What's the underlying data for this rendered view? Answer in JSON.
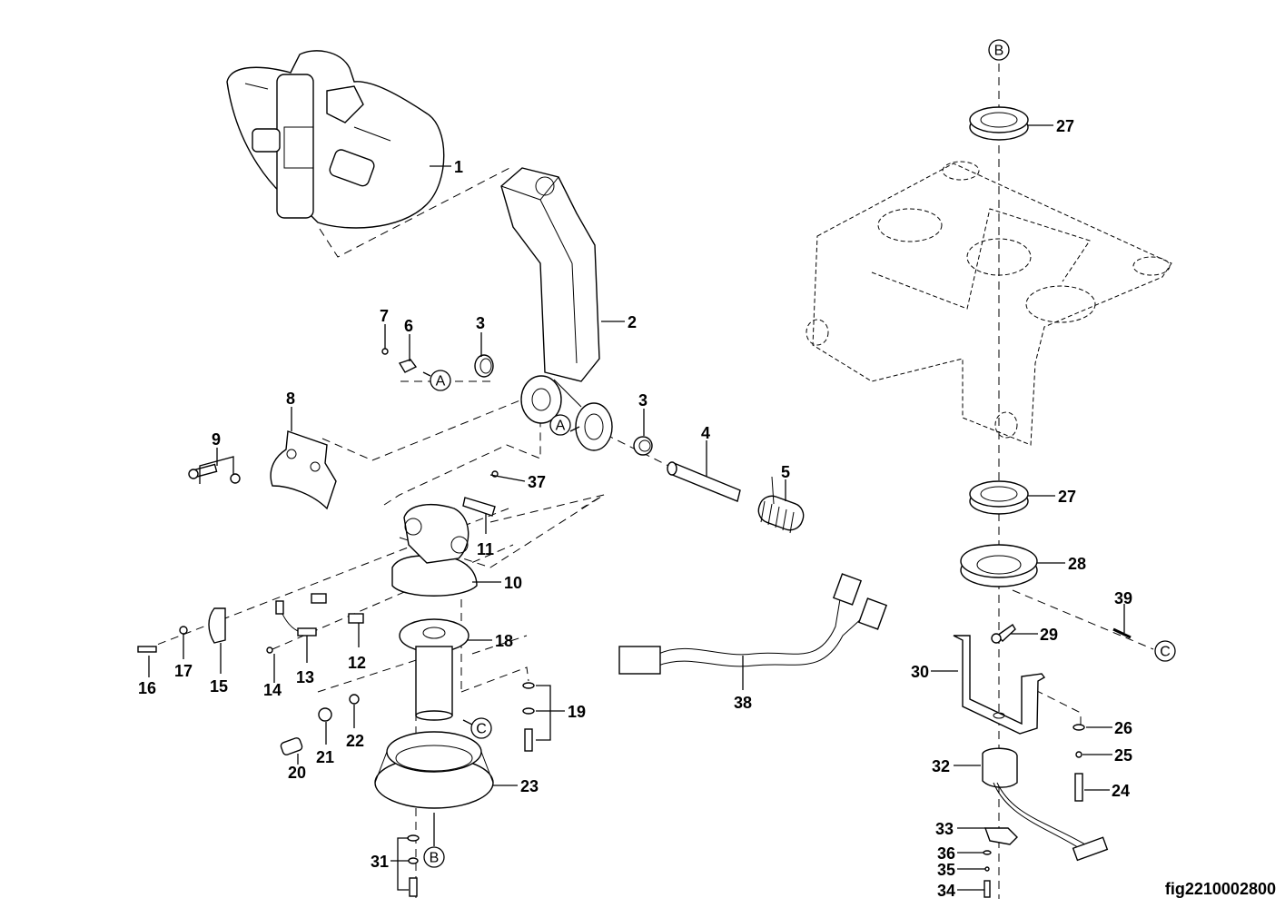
{
  "figure": {
    "id": "fig2210002800",
    "title": "Exploded parts diagram - steering handle / tiller assembly"
  },
  "callouts": [
    {
      "id": "1",
      "label": "1",
      "part": "tiller-head-handle"
    },
    {
      "id": "2",
      "label": "2",
      "part": "tiller-arm"
    },
    {
      "id": "3a",
      "label": "3",
      "part": "bushing-left"
    },
    {
      "id": "3b",
      "label": "3",
      "part": "bushing-right"
    },
    {
      "id": "4",
      "label": "4",
      "part": "pivot-pin"
    },
    {
      "id": "5",
      "label": "5",
      "part": "torsion-spring"
    },
    {
      "id": "6",
      "label": "6",
      "part": "clip"
    },
    {
      "id": "7",
      "label": "7",
      "part": "screw"
    },
    {
      "id": "8",
      "label": "8",
      "part": "cover"
    },
    {
      "id": "9",
      "label": "9",
      "part": "screw-washer-set"
    },
    {
      "id": "10",
      "label": "10",
      "part": "tiller-base"
    },
    {
      "id": "11",
      "label": "11",
      "part": "stop-block"
    },
    {
      "id": "12",
      "label": "12",
      "part": "magnet"
    },
    {
      "id": "13",
      "label": "13",
      "part": "sensor-switch"
    },
    {
      "id": "14",
      "label": "14",
      "part": "screw"
    },
    {
      "id": "15",
      "label": "15",
      "part": "clamp"
    },
    {
      "id": "16",
      "label": "16",
      "part": "bolt"
    },
    {
      "id": "17",
      "label": "17",
      "part": "washer"
    },
    {
      "id": "18",
      "label": "18",
      "part": "steering-shaft"
    },
    {
      "id": "19",
      "label": "19",
      "part": "bolt-washer-set"
    },
    {
      "id": "20",
      "label": "20",
      "part": "bolt"
    },
    {
      "id": "21",
      "label": "21",
      "part": "nut"
    },
    {
      "id": "22",
      "label": "22",
      "part": "washer"
    },
    {
      "id": "23",
      "label": "23",
      "part": "base-housing"
    },
    {
      "id": "24",
      "label": "24",
      "part": "bolt"
    },
    {
      "id": "25",
      "label": "25",
      "part": "washer"
    },
    {
      "id": "26",
      "label": "26",
      "part": "washer"
    },
    {
      "id": "27a",
      "label": "27",
      "part": "bearing-upper"
    },
    {
      "id": "27b",
      "label": "27",
      "part": "bearing-lower"
    },
    {
      "id": "28",
      "label": "28",
      "part": "gear-ring"
    },
    {
      "id": "29",
      "label": "29",
      "part": "lever"
    },
    {
      "id": "30",
      "label": "30",
      "part": "bracket"
    },
    {
      "id": "31",
      "label": "31",
      "part": "bolt-washer-set"
    },
    {
      "id": "32",
      "label": "32",
      "part": "angle-sensor"
    },
    {
      "id": "33",
      "label": "33",
      "part": "plate"
    },
    {
      "id": "34",
      "label": "34",
      "part": "screw"
    },
    {
      "id": "35",
      "label": "35",
      "part": "washer"
    },
    {
      "id": "36",
      "label": "36",
      "part": "washer"
    },
    {
      "id": "37",
      "label": "37",
      "part": "screw"
    },
    {
      "id": "38",
      "label": "38",
      "part": "wire-harness"
    },
    {
      "id": "39",
      "label": "39",
      "part": "pin"
    }
  ],
  "references": {
    "A1": "A",
    "A2": "A",
    "B1": "B",
    "B2": "B",
    "C1": "C",
    "C2": "C"
  }
}
